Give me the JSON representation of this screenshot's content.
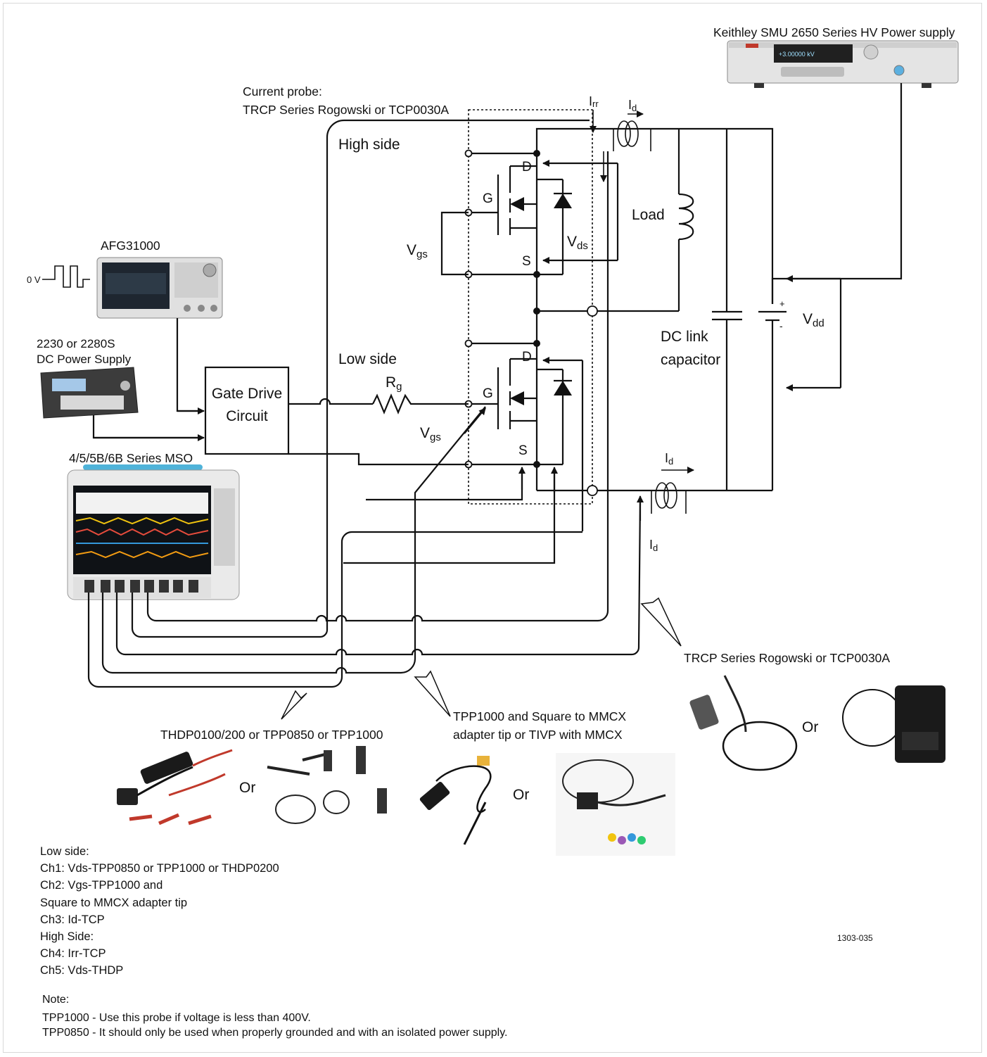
{
  "labels": {
    "keithley": "Keithley SMU 2650 Series HV Power supply",
    "current_probe_line1": "Current probe:",
    "current_probe_line2": "TRCP Series Rogowski or TCP0030A",
    "irr": "Irr",
    "id": "Id",
    "high_side": "High side",
    "low_side": "Low side",
    "d": "D",
    "g": "G",
    "s": "S",
    "vgs": "Vgs",
    "vds": "Vds",
    "load": "Load",
    "vdd": "Vdd",
    "dc_link_line1": "DC link",
    "dc_link_line2": "capacitor",
    "afg": "AFG31000",
    "zero_v": "0 V",
    "dc_supply_line1": "2230 or 2280S",
    "dc_supply_line2": "DC Power Supply",
    "gate_drive_line1": "Gate Drive",
    "gate_drive_line2": "Circuit",
    "rg": "Rg",
    "mso": "4/5/5B/6B Series MSO",
    "trcp_probe": "TRCP Series Rogowski or TCP0030A",
    "thdp_probe": "THDP0100/200 or TPP0850 or TPP1000",
    "tpp_line1": "TPP1000 and Square to MMCX",
    "tpp_line2": "adapter tip or TIVP with MMCX",
    "or": "Or",
    "plus": "+",
    "minus": "-",
    "keithley_display": "+3.00000 kV"
  },
  "channels": [
    "Low side:",
    "Ch1: Vds-TPP0850 or TPP1000 or THDP0200",
    "Ch2: Vgs-TPP1000 and",
    "Square to MMCX adapter tip",
    "Ch3: Id-TCP",
    "High Side:",
    "Ch4: Irr-TCP",
    "Ch5: Vds-THDP"
  ],
  "note": {
    "title": "Note:",
    "line1": "TPP1000 -  Use this probe if voltage is less than 400V.",
    "line2": "TPP0850 -  It should only be used when properly grounded and with an isolated power supply."
  },
  "figure_ref": "1303-035",
  "colors": {
    "line": "#111111",
    "mso_accent": "#4fb3d9",
    "keithley_red": "#c0392b",
    "afg_screen": "#1e2630"
  }
}
